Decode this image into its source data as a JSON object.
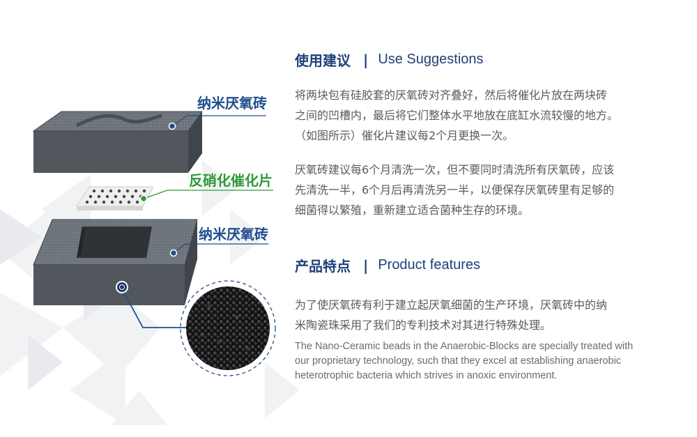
{
  "callouts": {
    "top": "纳米厌氧砖",
    "middle": "反硝化催化片",
    "bottom": "纳米厌氧砖"
  },
  "use_suggestions": {
    "title_cn": "使用建议",
    "separator": "|",
    "title_en": "Use Suggestions",
    "paragraph_1": [
      "将两块包有硅胶套的厌氧砖对齐叠好，然后将催化片放在两块砖",
      "之间的凹槽内，最后将它们整体水平地放在底缸水流较慢的地方。",
      "（如图所示）催化片建议每2个月更换一次。"
    ],
    "paragraph_2": [
      "厌氧砖建议每6个月清洗一次，但不要同时清洗所有厌氧砖，应该",
      "先清洗一半，6个月后再清洗另一半，以便保存厌氧砖里有足够的",
      "细菌得以繁殖，重新建立适合菌种生存的环境。"
    ]
  },
  "product_features": {
    "title_cn": "产品特点",
    "separator": "|",
    "title_en": "Product features",
    "paragraph_cn": [
      "为了使厌氧砖有利于建立起厌氧细菌的生产环境，厌氧砖中的纳",
      "米陶瓷珠采用了我们的专利技术对其进行特殊处理。"
    ],
    "paragraph_en": [
      "The Nano-Ceramic beads in the Anaerobic-Blocks are specially treated with",
      "our proprietary technology, such that they excel at establishing anaerobic",
      "heterotrophic bacteria which strives in anoxic environment."
    ]
  },
  "colors": {
    "heading_blue": "#1f3f7a",
    "callout_blue": "#1f4e8c",
    "callout_green": "#2e9a3a",
    "body_text": "#5b5b5b",
    "block_dark": "#4a4f55"
  }
}
